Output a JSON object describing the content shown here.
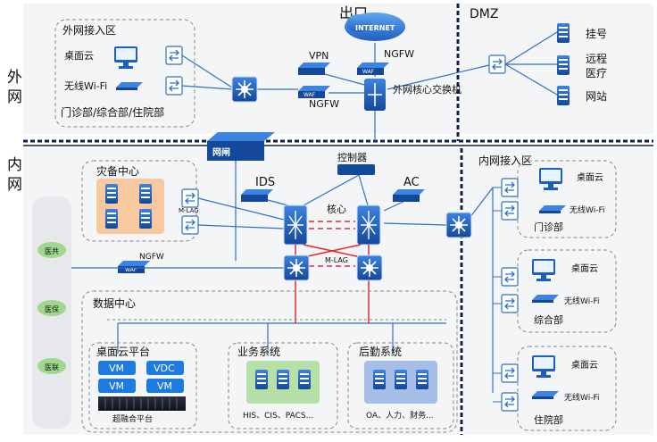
{
  "zones": {
    "outer_net": "外\n网",
    "inner_net": "内\n网",
    "exit": "出口",
    "dmz": "DMZ",
    "outer_access": "外网接入区",
    "inner_access": "内网接入区",
    "disaster_center": "灾备中心",
    "data_center": "数据中心"
  },
  "outer_access": {
    "desktop_cloud": "桌面云",
    "wifi": "无线Wi-Fi",
    "departments": "门诊部/综合部/住院部"
  },
  "internet": "INTERNET",
  "exit_labels": {
    "vpn": "VPN",
    "ngfw_top": "NGFW",
    "ngfw_bottom": "NGFW",
    "core_switch": "外网核心交换机",
    "waf": "WAF"
  },
  "dmz_items": [
    "挂号",
    "远程\n医疗",
    "网站"
  ],
  "gateway": "网闸",
  "inner": {
    "ids": "IDS",
    "controller": "控制器",
    "ac": "AC",
    "core": "核心",
    "mlag_core": "M-LAG",
    "mlag_disaster": "M-LAG",
    "ngfw": "NGFW",
    "waf": "WAF"
  },
  "external_nets": [
    "医共",
    "医保",
    "医联"
  ],
  "platform": {
    "title": "桌面云平台",
    "vms": [
      "VM",
      "VDC",
      "VM",
      "VM"
    ],
    "hci": "超融合平台"
  },
  "business": {
    "title": "业务系统",
    "caption": "HIS、CIS、PACS..."
  },
  "logistics": {
    "title": "后勤系统",
    "caption": "OA、人力、财务..."
  },
  "inner_access": {
    "sites": [
      {
        "desktop_cloud": "桌面云",
        "wifi": "无线Wi-Fi",
        "name": "门诊部"
      },
      {
        "desktop_cloud": "桌面云",
        "wifi": "无线Wi-Fi",
        "name": "综合部"
      },
      {
        "desktop_cloud": "桌面云",
        "wifi": "无线Wi-Fi",
        "name": "住院部"
      }
    ]
  },
  "colors": {
    "line": "#2f6fc8",
    "red_line": "#e52b2b",
    "zone_bg": "#f4f5f7",
    "separator": "#0c1f4f",
    "device": "#1f64c4",
    "orange_bg": "#f8c9a0",
    "green_bg": "#b6e0a8",
    "blue_bg": "#a7bfe8"
  }
}
